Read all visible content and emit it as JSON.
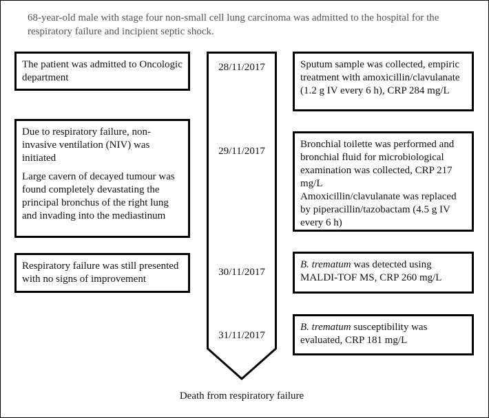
{
  "intro": "68-year-old male with stage four non-small cell lung carcinoma was admitted to the hospital for the respiratory failure and incipient septic shock.",
  "timeline": {
    "dates": [
      "28/11/2017",
      "29/11/2017",
      "30/11/2017",
      "31/11/2017"
    ]
  },
  "left": {
    "l1": "The patient was admitted to Oncologic department",
    "l2a": "Due to respiratory failure, non-invasive ventilation (NIV) was initiated",
    "l2b": "Large cavern of decayed tumour was found completely devastating the principal bronchus of the right lung and invading into the mediastinum",
    "l3": "Respiratory failure was still presented with no signs of improvement"
  },
  "right": {
    "r1": "Sputum sample was collected, empiric treatment with amoxicillin/clavulanate (1.2 g IV every 6 h), CRP 284 mg/L",
    "r2a": "Bronchial toilette was performed and bronchial fluid for microbiological examination was collected, CRP 217 mg/L",
    "r2b": "Amoxicillin/clavulanate was replaced by piperacillin/tazobactam (4.5 g IV every 6 h)",
    "r3_species": "B. trematum",
    "r3_rest": " was detected using MALDI-TOF MS, CRP 260 mg/L",
    "r4_species": "B. trematum",
    "r4_rest": " susceptibility was evaluated, CRP 181 mg/L"
  },
  "outcome": "Death from respiratory failure"
}
